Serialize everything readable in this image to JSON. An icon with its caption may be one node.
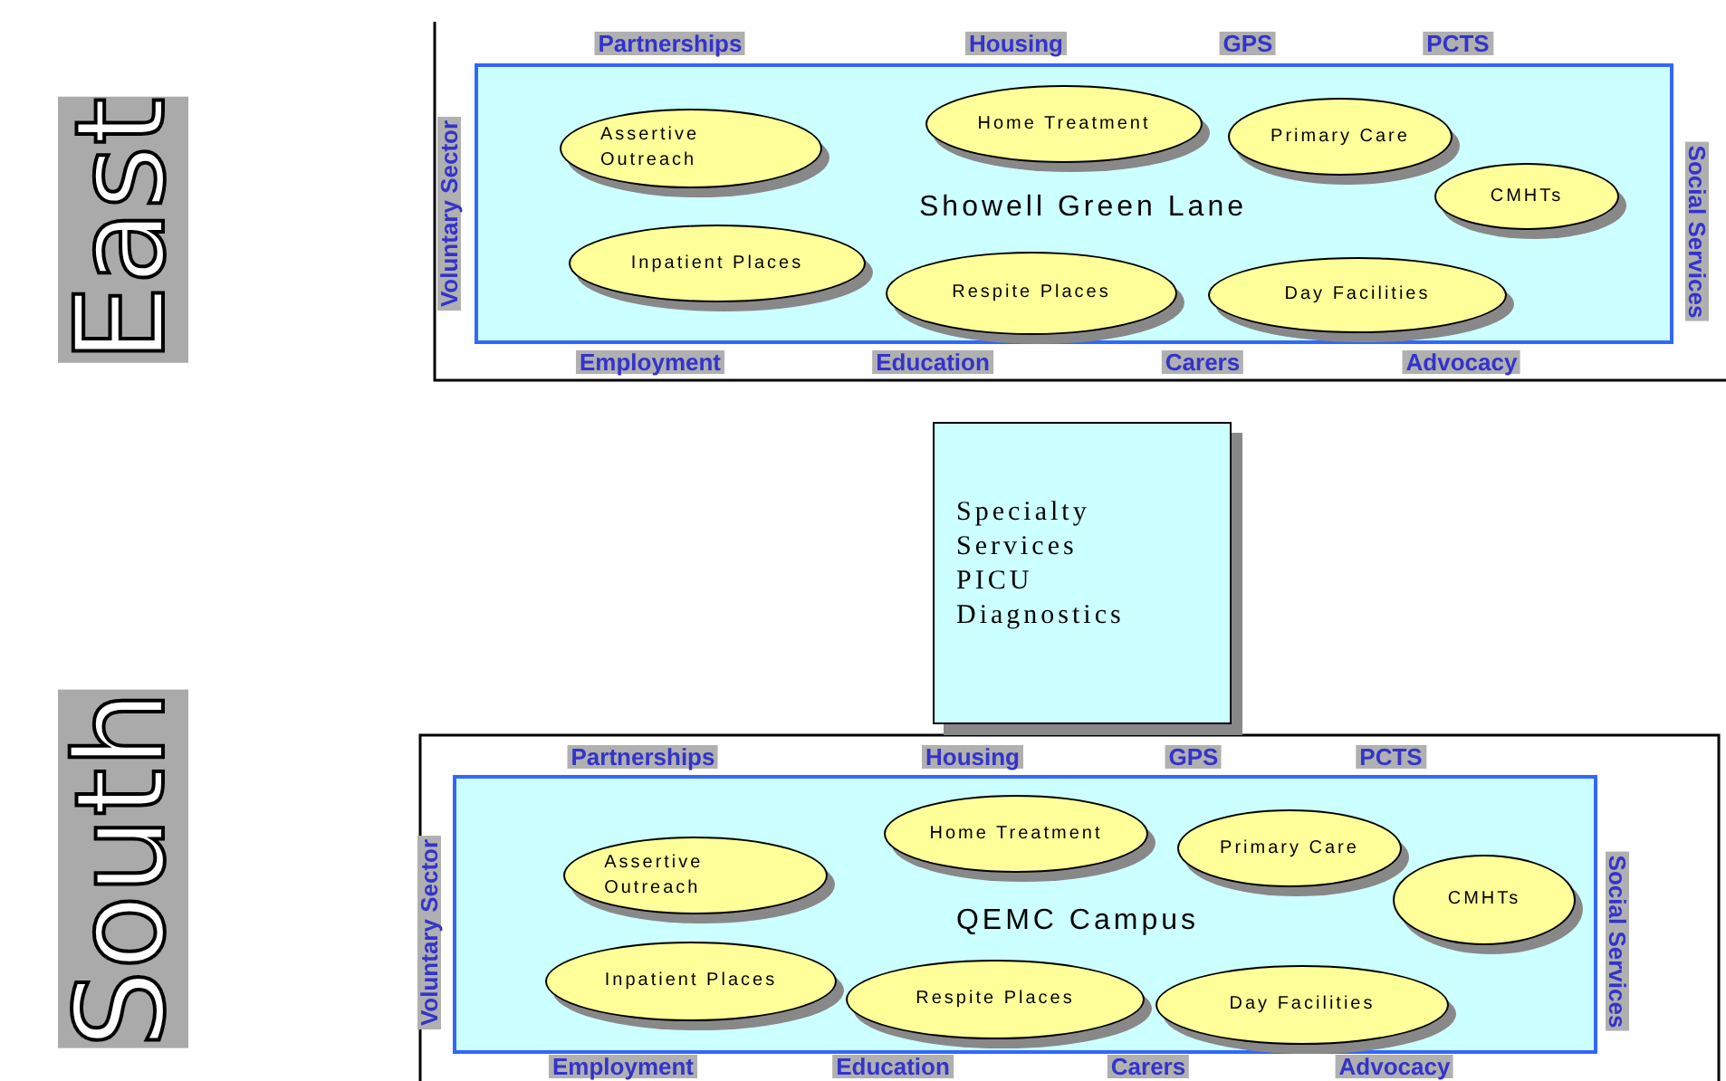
{
  "diagram": {
    "nodes": [
      {
        "text": [
          "Showell Green Lane"
        ]
      },
      {
        "text": [
          "Home Treatment"
        ],
        "in": 0
      },
      {
        "text": [
          "Primary Care"
        ],
        "in": 0
      },
      {
        "text": [
          "Assertive Outreach"
        ],
        "in": 0
      },
      {
        "text": [
          "CMHTs"
        ],
        "in": 0
      },
      {
        "text": [
          "Inpatient Places"
        ],
        "in": 0
      },
      {
        "text": [
          "Respite Places"
        ],
        "in": 0
      },
      {
        "text": [
          "Day Facilities"
        ],
        "in": 0
      },
      {
        "text": [
          "Specialty",
          "Services",
          "PICU",
          "Diagnostics"
        ]
      },
      {
        "text": [
          "QEMC Campus"
        ]
      },
      {
        "text": [
          "Home Treatment"
        ],
        "in": 9
      },
      {
        "text": [
          "Primary Care"
        ],
        "in": 9
      },
      {
        "text": [
          "Assertive Outreach"
        ],
        "in": 9
      },
      {
        "text": [
          "CMHTs"
        ],
        "in": 9
      },
      {
        "text": [
          "Inpatient Places"
        ],
        "in": 9
      },
      {
        "text": [
          "Respite Places"
        ],
        "in": 9
      },
      {
        "text": [
          "Day Facilities"
        ],
        "in": 9
      }
    ],
    "edges": [],
    "labels": [
      "East",
      "Partnerships",
      "Housing",
      "GPS",
      "PCTS",
      "Voluntary Sector",
      "Social Services",
      "Employment",
      "Education",
      "Carers",
      "Advocacy",
      "South",
      "Partnerships",
      "Housing",
      "GPS",
      "PCTS",
      "Voluntary Sector",
      "Social Services",
      "Employment",
      "Education",
      "Carers",
      "Advocacy"
    ]
  }
}
